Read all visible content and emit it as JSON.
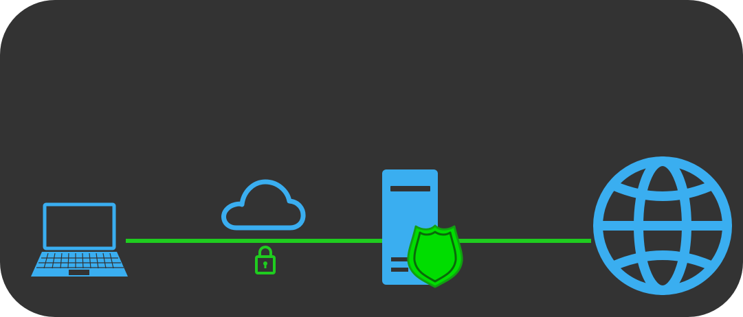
{
  "diagram": {
    "nodes": [
      {
        "id": "laptop",
        "icon": "laptop-icon"
      },
      {
        "id": "cloud",
        "icon": "cloud-icon",
        "badge": "lock-icon"
      },
      {
        "id": "server",
        "icon": "server-icon",
        "badge": "shield-icon"
      },
      {
        "id": "internet",
        "icon": "globe-icon"
      }
    ],
    "links": [
      {
        "from": "laptop",
        "to": "server",
        "style": "solid"
      },
      {
        "from": "server",
        "to": "internet",
        "style": "solid"
      }
    ]
  },
  "colors": {
    "background": "#333333",
    "icon": "#3aaef0",
    "link": "#1fcc1f",
    "accent_fill": "#00dd00",
    "accent_stroke": "#11a011"
  }
}
